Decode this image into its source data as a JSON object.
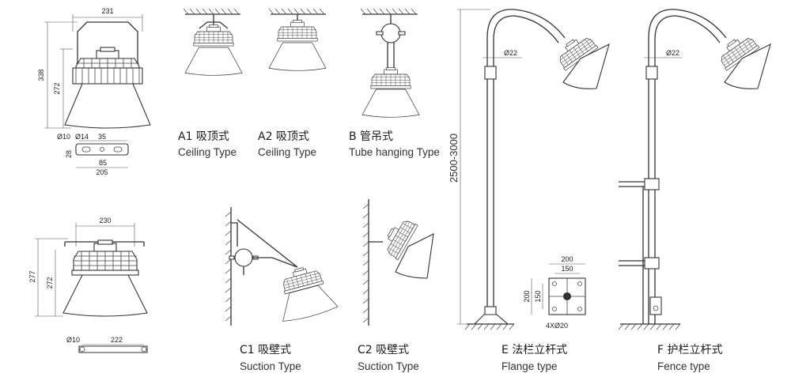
{
  "dimensions": {
    "top_width": "231",
    "total_height": "338",
    "body_height": "272",
    "hole_d10": "Ø10",
    "hole_d14": "Ø14",
    "spacing_35": "35",
    "bracket_85": "85",
    "bracket_28": "28",
    "bracket_205": "205",
    "side_width": "230",
    "side_total_height": "277",
    "side_body_height": "272",
    "bottom_d10": "Ø10",
    "bottom_222": "222",
    "pole_d22_e": "Ø22",
    "pole_d22_f": "Ø22",
    "pole_height": "2500-3000",
    "flange_200_top": "200",
    "flange_150_top": "150",
    "flange_200_left": "200",
    "flange_150_left": "150",
    "flange_holes": "4XØ20"
  },
  "captions": {
    "a1": {
      "cn": "A1 吸顶式",
      "en": "Ceiling  Type"
    },
    "a2": {
      "cn": "A2 吸顶式",
      "en": "Ceiling  Type"
    },
    "b": {
      "cn": "B 管吊式",
      "en": "Tube hanging Type"
    },
    "c1": {
      "cn": "C1 吸壁式",
      "en": "Suction Type"
    },
    "c2": {
      "cn": "C2 吸壁式",
      "en": "Suction Type"
    },
    "e": {
      "cn": "E 法栏立杆式",
      "en": "Flange type"
    },
    "f": {
      "cn": "F 护栏立杆式",
      "en": "Fence type"
    }
  }
}
